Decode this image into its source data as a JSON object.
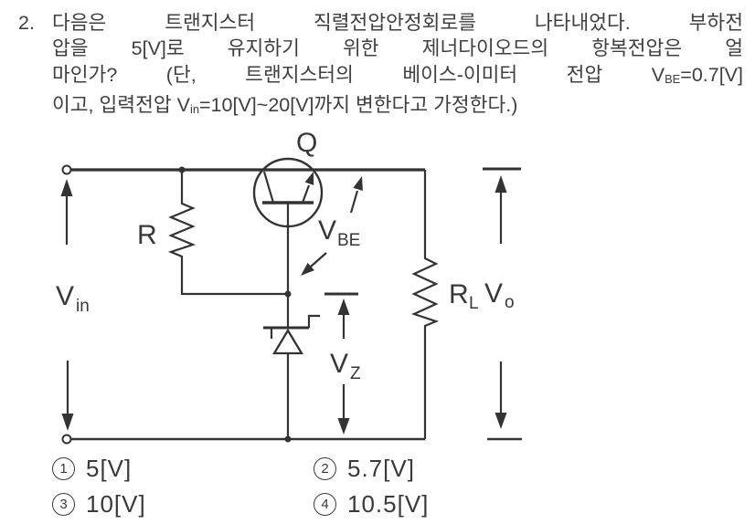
{
  "question": {
    "number": "2.",
    "line1": "다음은 트랜지스터 직렬전압안정회로를 나타내었다. 부하전",
    "line2": "압을 5[V]로 유지하기 위한 제너다이오드의 항복전압은 얼",
    "line3_pre": "마인가? (단, 트랜지스터의 베이스-이미터 전압 V",
    "line3_sub": "BE",
    "line3_post": "=0.7[V]",
    "line4_pre": "이고, 입력전압 V",
    "line4_sub": "in",
    "line4_post": "=10[V]~20[V]까지 변한다고 가정한다.)"
  },
  "circuit": {
    "transistor_label": "Q",
    "series_resistor_label": "R",
    "load_resistor_main": "R",
    "load_resistor_sub": "L",
    "input_voltage_main": "V",
    "input_voltage_sub": "in",
    "base_emitter_voltage_main": "V",
    "base_emitter_voltage_sub": "BE",
    "zener_voltage_main": "V",
    "zener_voltage_sub": "Z",
    "output_voltage_main": "V",
    "output_voltage_sub": "o"
  },
  "choices": [
    {
      "num": "1",
      "label": "5[V]"
    },
    {
      "num": "2",
      "label": "5.7[V]"
    },
    {
      "num": "3",
      "label": "10[V]"
    },
    {
      "num": "4",
      "label": "10.5[V]"
    }
  ],
  "colors": {
    "ink": "#333333",
    "paper": "#ffffff"
  }
}
